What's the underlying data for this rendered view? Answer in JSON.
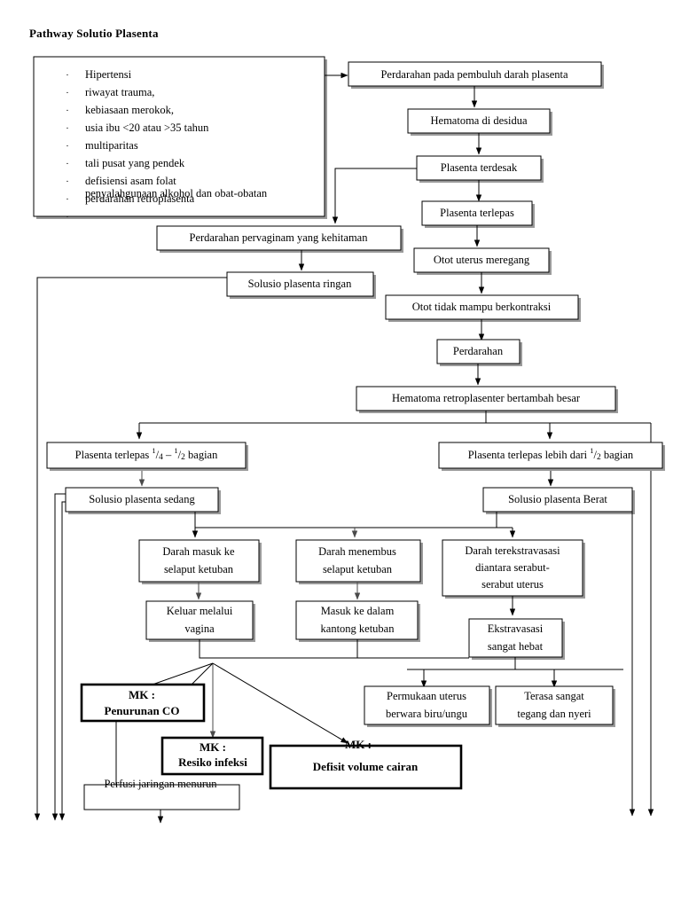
{
  "document": {
    "title": "Pathway Solutio Plasenta",
    "type": "flowchart",
    "language": "id"
  },
  "risk_factors": {
    "name": "risk-factor-list",
    "bullet_glyph": "·",
    "items": [
      "Hipertensi",
      "riwayat trauma,",
      "kebiasaan merokok,",
      "usia ibu <20 atau >35 tahun",
      "multiparitas",
      "tali pusat yang pendek",
      "defisiensi asam folat",
      "perdarahan retroplasenta",
      "penyalahgunaan alkohol dan obat-obatan"
    ]
  },
  "nodes": {
    "perdarahan_pembuluh": "Perdarahan pada pembuluh darah plasenta",
    "hematoma_desidua": "Hematoma di desidua",
    "plasenta_terdesak": "Plasenta terdesak",
    "plasenta_terlepas": "Plasenta terlepas",
    "perdarahan_pervaginam": "Perdarahan pervaginam yang kehitaman",
    "otot_meregang": "Otot uterus meregang",
    "solusio_ringan": "Solusio plasenta ringan",
    "otot_tidak_kontraksi": "Otot tidak mampu berkontraksi",
    "perdarahan": "Perdarahan",
    "hematoma_retroplasenter": "Hematoma retroplasenter bertambah besar",
    "terlepas_seperempat_pre": "Plasenta terlepas ",
    "terlepas_seperempat_n1": "1",
    "terlepas_seperempat_d1": "4",
    "terlepas_seperempat_dash": " – ",
    "terlepas_seperempat_n2": "1",
    "terlepas_seperempat_d2": "2",
    "terlepas_seperempat_post": " bagian",
    "terlepas_lebih_pre": "Plasenta terlepas lebih dari ",
    "terlepas_lebih_n": "1",
    "terlepas_lebih_d": "2",
    "terlepas_lebih_post": " bagian",
    "solusio_sedang": "Solusio plasenta sedang",
    "solusio_berat": "Solusio plasenta Berat",
    "darah_masuk_l1": "Darah masuk ke",
    "darah_masuk_l2": "selaput ketuban",
    "darah_menembus_l1": "Darah menembus",
    "darah_menembus_l2": "selaput ketuban",
    "darah_terekstravasasi_l1": "Darah terekstravasasi",
    "darah_terekstravasasi_l2": "diantara serabut-",
    "darah_terekstravasasi_l3": "serabut uterus",
    "keluar_vagina_l1": "Keluar melalui",
    "keluar_vagina_l2": "vagina",
    "masuk_kantong_l1": "Masuk ke dalam",
    "masuk_kantong_l2": "kantong ketuban",
    "ekstravasasi_hebat_l1": "Ekstravasasi",
    "ekstravasasi_hebat_l2": "sangat hebat",
    "permukaan_uterus_l1": "Permukaan uterus",
    "permukaan_uterus_l2": "berwara biru/ungu",
    "terasa_tegang_l1": "Terasa sangat",
    "terasa_tegang_l2": "tegang dan nyeri",
    "perfusi_menurun": "Perfusi jaringan menurun"
  },
  "nursing_diagnoses": {
    "prefix": "MK :",
    "items": [
      {
        "label": "MK :",
        "text": "Penurunan CO"
      },
      {
        "label": "MK :",
        "text": "Resiko infeksi"
      },
      {
        "label": "MK :",
        "text": "Defisit volume cairan"
      }
    ]
  },
  "colors": {
    "stroke": "#000000",
    "background": "#ffffff",
    "shadow": "#9a9a9a",
    "thin_line": "#4a4a4a"
  }
}
